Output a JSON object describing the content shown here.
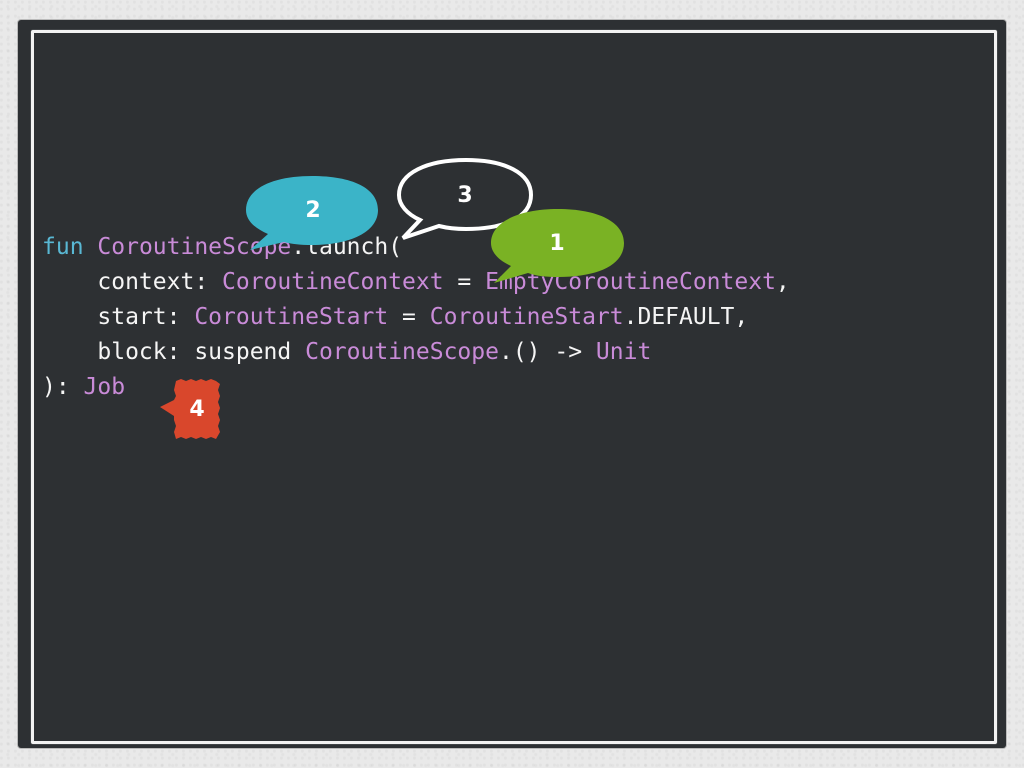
{
  "code": {
    "line1": {
      "keyword": "fun",
      "type": "CoroutineScope",
      "rest": ".launch("
    },
    "line2": {
      "param": "    context: ",
      "type1": "CoroutineContext",
      "eq": " = ",
      "type2": "EmptyCoroutineContext",
      "end": ","
    },
    "line3": {
      "param": "    start: ",
      "type1": "CoroutineStart",
      "eq": " = ",
      "type2": "CoroutineStart",
      "end": ".DEFAULT,"
    },
    "line4": {
      "param": "    block: suspend ",
      "type1": "CoroutineScope",
      "mid": ".() -> ",
      "type2": "Unit"
    },
    "line5": {
      "prefix": "): ",
      "type": "Job"
    }
  },
  "annotations": {
    "a1": "1",
    "a2": "2",
    "a3": "3",
    "a4": "4"
  },
  "colors": {
    "background": "#2d3033",
    "keyword": "#59b8d4",
    "type": "#c98bd8",
    "bubble1": "#7ab224",
    "bubble2": "#3bb4c8",
    "bubble3": "#ffffff",
    "bubble4": "#d9472c"
  }
}
